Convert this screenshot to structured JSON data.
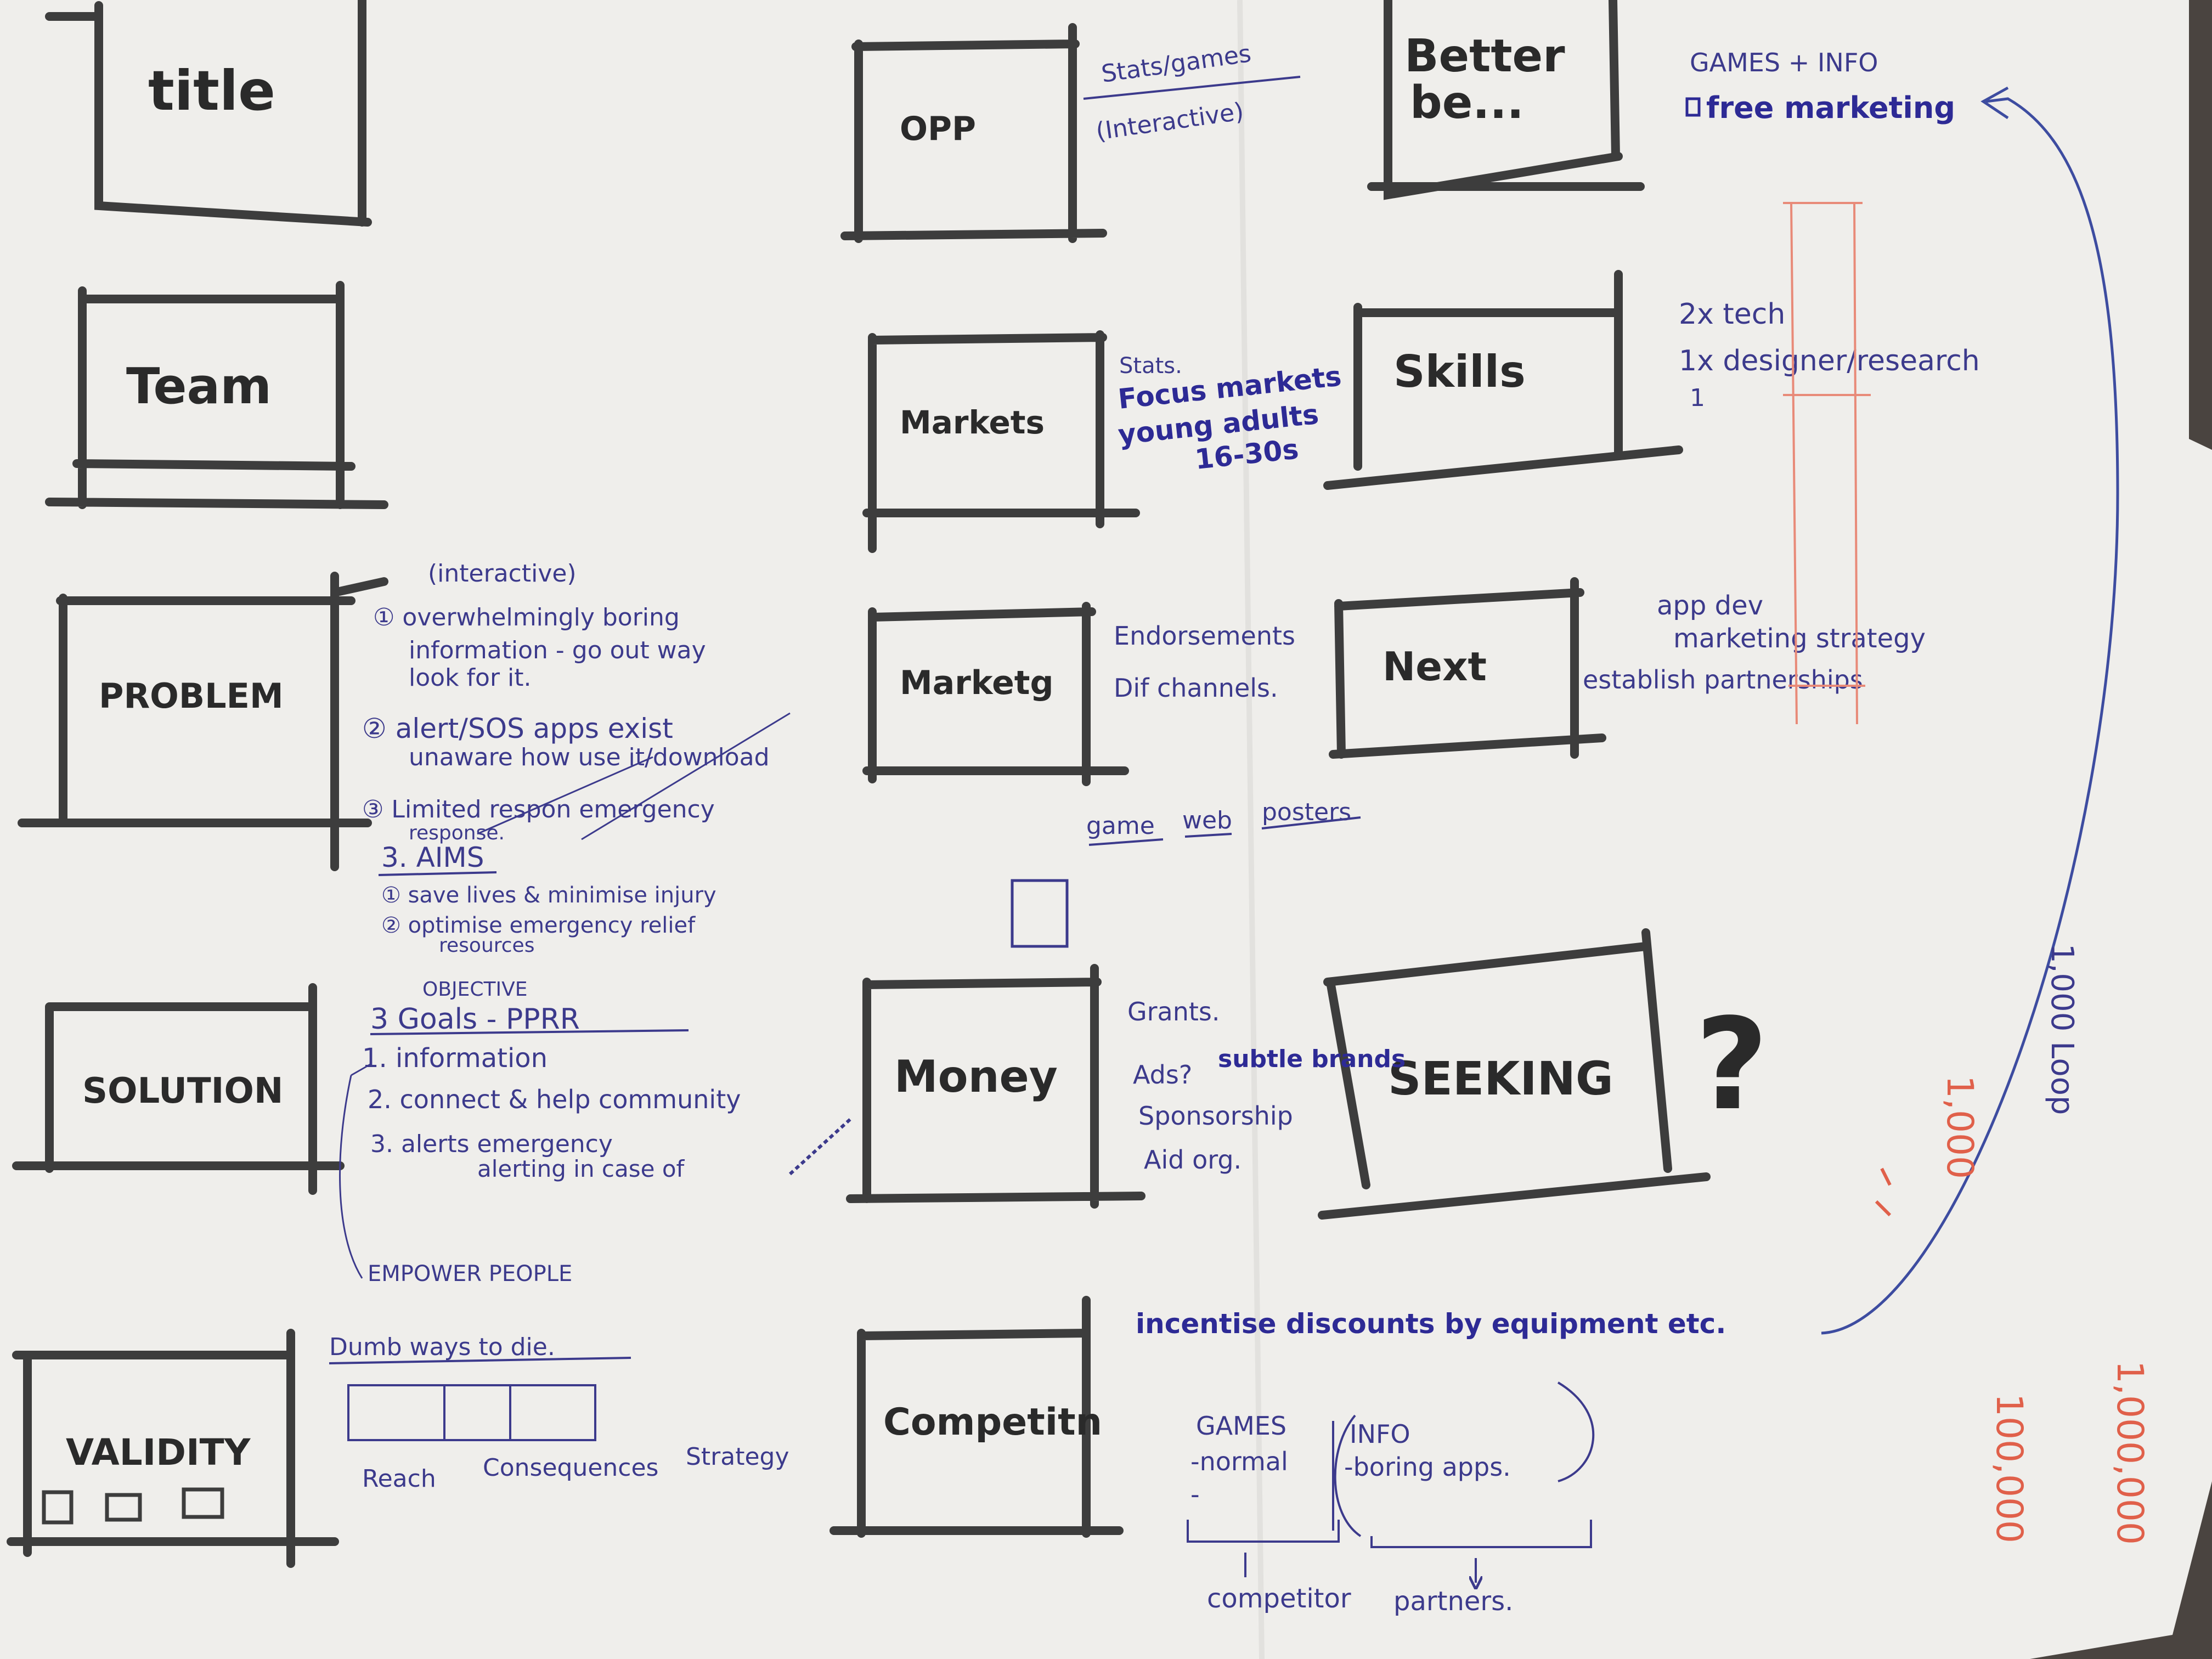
{
  "colors": {
    "ink": "#2a2a2a",
    "pen_blue": "#3c3a8c",
    "pen_red": "#e0604a",
    "paper": "#efeeeb"
  },
  "slides": {
    "title": "title",
    "team": "Team",
    "problem": "PROBLEM",
    "solution": "SOLUTION",
    "validity": "VALIDITY",
    "opp": "OPP",
    "markets": "Markets",
    "marketing": "Marketg",
    "money": "Money",
    "competition": "Competitn",
    "better": "Better",
    "better2": "be...",
    "skills": "Skills",
    "next": "Next",
    "seeking": "SEEKING",
    "question_mark": "?"
  },
  "notes": {
    "opp": [
      "Stats/games",
      "(Interactive)"
    ],
    "markets": [
      "Stats.",
      "Focus markets",
      "young adults",
      "16-30s"
    ],
    "marketing": [
      "Endorsements",
      "Dif channels."
    ],
    "channels": [
      "game",
      "web",
      "posters"
    ],
    "money": [
      "Grants.",
      "Ads?",
      "subtle brands",
      "Sponsorship",
      "Aid org."
    ],
    "incentive": "incentise discounts by equipment etc.",
    "competition": {
      "games": [
        "GAMES",
        "-normal",
        "-"
      ],
      "info": [
        "INFO",
        "-boring apps."
      ],
      "labels": [
        "competitor",
        "partners."
      ]
    },
    "better": [
      "GAMES + INFO",
      "free marketing"
    ],
    "skills": [
      "2x tech",
      "1x designer/research",
      "1"
    ],
    "next": [
      "app dev",
      "marketing strategy",
      "establish partnerships"
    ],
    "problem": {
      "interactive": "(interactive)",
      "items": [
        [
          "① overwhelmingly boring",
          "information - go out way",
          "look for it."
        ],
        [
          "② alert/SOS apps exist",
          "unaware how use it/download"
        ],
        [
          "③ Limited respon emergency",
          "response."
        ]
      ],
      "aims_title": "3. AIMS",
      "aims": [
        "① save lives & minimise injury",
        "② optimise emergency relief",
        "resources"
      ]
    },
    "solution": {
      "objective": "OBJECTIVE",
      "heading": "3 Goals - PPRR",
      "items": [
        "1. information",
        "2. connect & help community",
        "3. alerts emergency",
        "alerting in case of"
      ],
      "empower": "EMPOWER PEOPLE"
    },
    "validity": {
      "title": "Dumb ways to die.",
      "columns": [
        "Reach",
        "Consequences",
        "Strategy"
      ]
    },
    "red_numbers": [
      "1,000",
      "100,000",
      "1,000,000"
    ],
    "blue_vertical": "1,000 Loop"
  }
}
